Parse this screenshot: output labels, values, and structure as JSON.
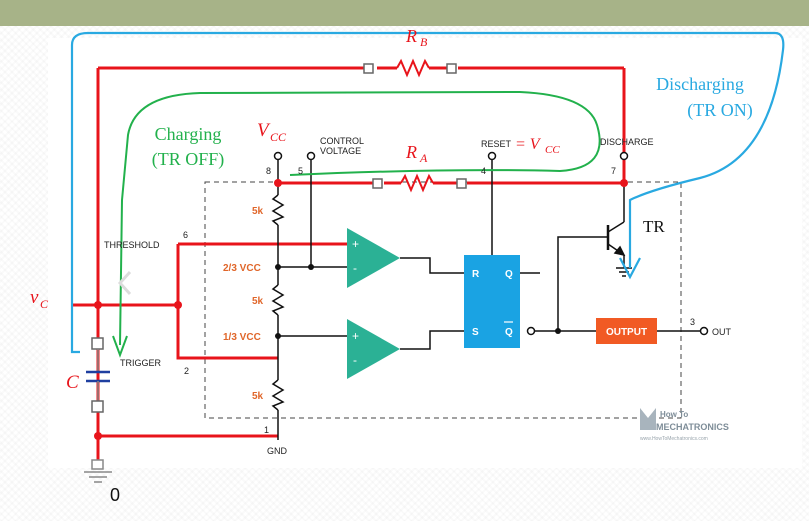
{
  "labels": {
    "rb": "R",
    "rb_sub": "B",
    "ra": "R",
    "ra_sub": "A",
    "vcc_main": "V",
    "vcc_main_sub": "CC",
    "reset_prefix": "RESET",
    "reset_eq": "= V",
    "reset_eq_sub": "CC",
    "vc": "v",
    "vc_sub": "C",
    "cap": "C",
    "ground_ref": "0",
    "discharging_line1": "Discharging",
    "discharging_line2": "(TR ON)",
    "charging_line1": "Charging",
    "charging_line2": "(TR OFF)",
    "tr": "TR"
  },
  "pins": {
    "p8": "8",
    "p5": "5",
    "p4": "4",
    "p7": "7",
    "p6": "6",
    "p2": "2",
    "p1": "1",
    "p3": "3"
  },
  "chip_labels": {
    "control_line1": "CONTROL",
    "control_line2": "VOLTAGE",
    "discharge": "DISCHARGE",
    "threshold": "THRESHOLD",
    "trigger": "TRIGGER",
    "gnd": "GND",
    "out": "OUT",
    "two_thirds": "2/3 VCC",
    "one_third": "1/3 VCC",
    "res1": "5k",
    "res2": "5k",
    "res3": "5k"
  },
  "comparators": {
    "upper_plus": "+",
    "upper_minus": "-",
    "lower_plus": "+",
    "lower_minus": "-"
  },
  "flipflop": {
    "r": "R",
    "q": "Q",
    "s": "S",
    "qbar": "Q"
  },
  "output_block": "OUTPUT",
  "logo": {
    "line1": "How To",
    "line2": "MECHATRONICS",
    "url": "www.HowToMechatronics.com"
  },
  "colors": {
    "banner": "#a7b388",
    "wire_red": "#e8141b",
    "discharge_blue": "#29a9e1",
    "charge_green": "#22b14c",
    "comparator": "#2bb195",
    "flipflop": "#1aa3e3",
    "output": "#f15a24",
    "label_orange": "#e0662a"
  }
}
